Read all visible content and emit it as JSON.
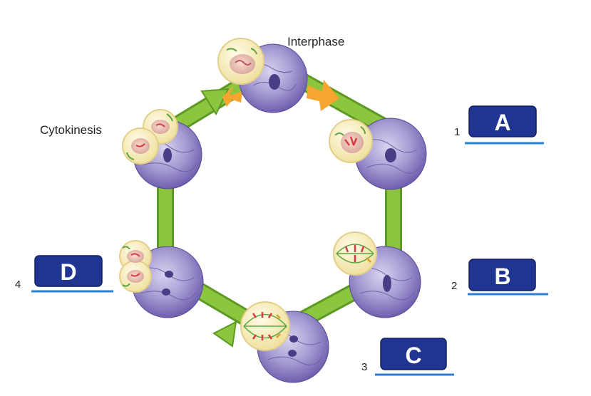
{
  "stage_labels": {
    "interphase": "Interphase",
    "cytokinesis": "Cytokinesis"
  },
  "answer_slots": [
    {
      "number": "1",
      "letter": "A"
    },
    {
      "number": "2",
      "letter": "B"
    },
    {
      "number": "3",
      "letter": "C"
    },
    {
      "number": "4",
      "letter": "D"
    }
  ],
  "colors": {
    "cycle_arrow": "#8cc63f",
    "cycle_arrow_dark": "#5c9a24",
    "orange_arrow": "#f7a531",
    "answer_box": "#1f3591",
    "answer_line": "#2a7fd0",
    "micrograph": "#8e7fc0",
    "cell_bubble": "#f6ecb6"
  }
}
